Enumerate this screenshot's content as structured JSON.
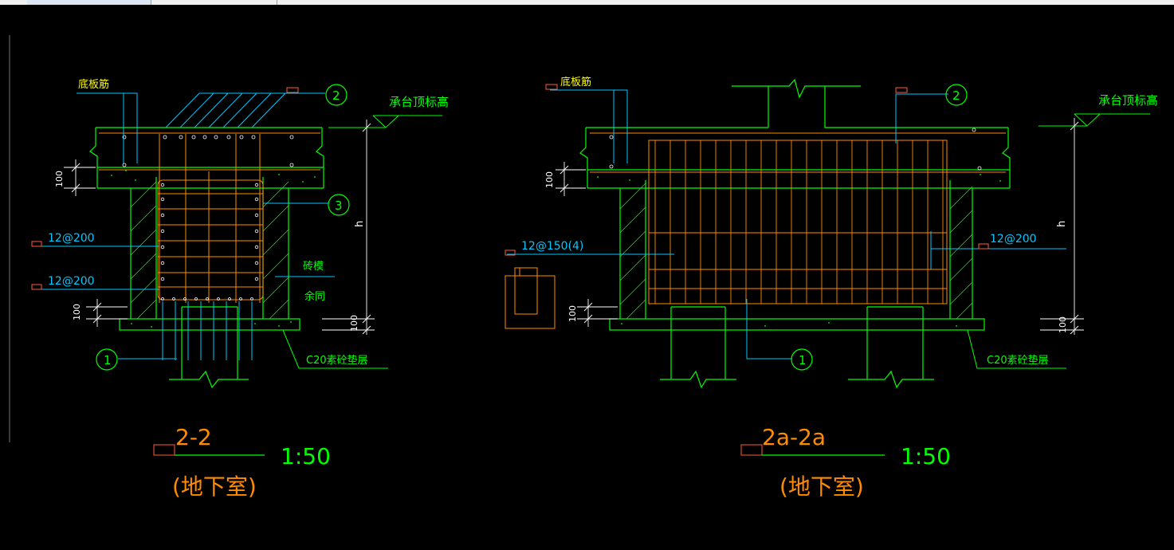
{
  "window": {
    "tabs": [
      "",
      ""
    ]
  },
  "drawing_left": {
    "callout_bottom_bars": "底板筋",
    "callout_top_level": "承台顶标高",
    "dim_thickness": "100",
    "dim_height": "h",
    "bar_spacing_a": "12@200",
    "bar_spacing_b": "12@200",
    "wall_material": "砖模",
    "wall_material_2": "余同",
    "bedding_layer": "C20素砼垫层",
    "marker_1": "1",
    "marker_2": "2",
    "marker_3": "3",
    "section_title": "2-2",
    "section_scale": "1:50",
    "section_subtitle": "(地下室)"
  },
  "drawing_right": {
    "callout_bottom_bars": "底板筋",
    "callout_top_level": "承台顶标高",
    "dim_thickness": "100",
    "dim_height": "h",
    "stirrup_spec": "12@150(4)",
    "bar_spacing": "12@200",
    "bedding_layer": "C20素砼垫层",
    "marker_1": "1",
    "marker_2": "2",
    "section_title": "2a-2a",
    "section_scale": "1:50",
    "section_subtitle": "(地下室)"
  },
  "colors": {
    "background": "#000000",
    "green": "#00ff00",
    "cyan": "#00c8ff",
    "orange": "#ff8c00",
    "white": "#ffffff",
    "yellow": "#ffff00",
    "red": "#ff5a3c"
  }
}
